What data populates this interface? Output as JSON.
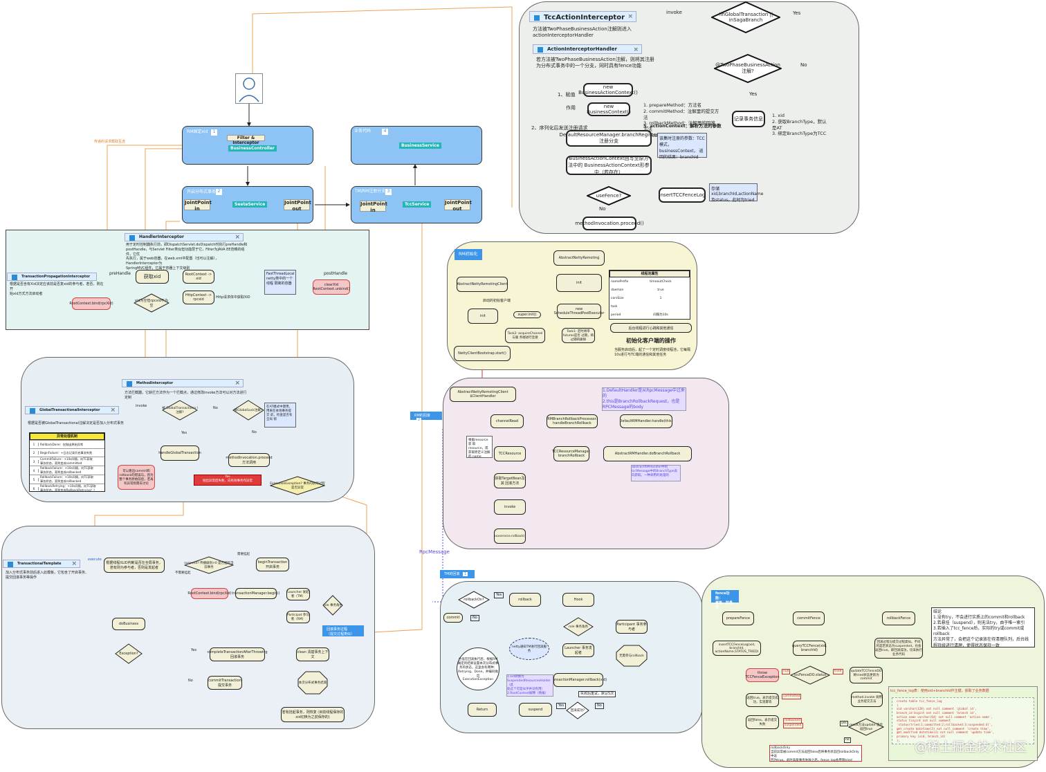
{
  "tcc": {
    "title": "TccActionInterceptor",
    "desc": "方法被TwoPhaseBusinessAction注解则进入\nactionInterceptorHandler",
    "invoke": "invoke",
    "d_saga": "!inGlobalTransaction\n||\ninSagaBranch",
    "yes1": "Yes",
    "d_annot": "@TwoPhaseBusinessAction\n注解?",
    "no1": "No",
    "yes2": "Yes",
    "handler_title": "ActionInterceptorHandler",
    "handler_desc": "若方法被TwoPhaseBusinessAction注解，则将其注册\n为分布式事务中的一个分支，同时具有fence功能",
    "n_bac1": "new\nBusinessActionContext()",
    "n_bac2": "new\nBusinessContext()",
    "lbl_assign": "1、赋值",
    "lbl_act": "作用",
    "lbl_serialize": "2、序列化后发送注册请求",
    "fields": "1. prepareMethod：方法名\n2. commitMethod：注解里的提交方法\n3. rollbackMethod：注解里的回滚方法\n4. hostName：本地ip",
    "field_bold": "5. actionContext：解析方法的参数",
    "n_record": "记录事务信息",
    "record_list": "1. xid\n2. 获取BranchType，默认\n是AT\n3. 绑定BranchType为TCC",
    "n_register": "DefaultResourceManager.branchRegister\n注册分支",
    "reg_note": "该集时注册的参数：TCC模式，\nbusinessContext，\n返回的结果：branchId",
    "n_writeback": "BusinessActionContext回写至原方法中的\nBusinessActionContext形参中（若存在）",
    "d_fence": "useFence?",
    "no2": "No",
    "n_insert": "insertTCCFenceLog",
    "insert_note": "存储xid,branchId,actionName\n及status。此时为tried",
    "n_proceed": "methodInvocation.proceed()"
  },
  "main": {
    "user_label": "用户",
    "box1_title": "RM固定xid",
    "box1_num": "1",
    "filter": "Filter & Interceptor",
    "controller": "BusinessController",
    "box4_title": "业务代码",
    "box4_num": "4",
    "service4": "BusinessService",
    "box2_title": "开启分布式事务",
    "box2_num": "2",
    "jp_in": "JointPoint\nin",
    "seata": "SeataService",
    "jp_out": "JointPoint\nout",
    "box3_title": "TM/RM注册分支",
    "box3_num": "3",
    "tcc_service": "TccService",
    "orange_label": "传递的请求截取互连"
  },
  "handler": {
    "title": "HandlerInterceptor",
    "desc": "用于定时控制器执行前，即DispatchServlet.doDispatch时执行preHandle和\npostHandle，与Servlet Filter类似但功能层于它，Filter为JAVA EE范畴的组件，它优\n先执行，属于web容器，在web.xml中配置（也可以注解），HandlerInterceptor为\nSpringMVC组件，它属于容器上下文级别",
    "tpi_title": "TransactionPropagationInterceptor",
    "tpi_desc": "根据是否含有Xid决定应该前是否复xid的参与者，若否，则在开\n始xid方式方法启动者",
    "prehandle": "preHandle",
    "get_xid": "获取xid",
    "bind": "RootContext.bind(rpcXid)",
    "d_xid": "xid为空但rpcxid不为空",
    "posthandle": "postHandle",
    "clear": "clearXid\nRootContext.unbind()",
    "root_ctx": "RootContext\n-> xid",
    "http_ctx": "HttpContext\n-> rpcxid",
    "http_note": "Http请求体中获取XID",
    "tl_note": "FastThreadLocal\nnetty类中的一个线程\n隔离的容器"
  },
  "method": {
    "title": "MethodInterceptor",
    "desc": "方法拦截器，它获拦方法作为一个拦截点，通过修改invoke方法可以对方法进行\n定制",
    "gti_title": "GlobalTransactionalInterceptor",
    "gti_desc": "根据是否被GlobalTransactional注解决定是否加入分布式事务",
    "invoke": "invoke",
    "d_global": "被\nGlobalTransactiona\nl注解?",
    "no": "No",
    "yes": "Yes",
    "d_lock": "被GlobalLock注解?",
    "lock_note": "在AT模式中使用，\n用来在本地事务提交\n前，检查是否有全局\n锁",
    "n_handle": "handleGlobalTransaction",
    "n_proceed": "methodInvocation.proceed\n方法调用",
    "red_banner": "Yes\n抛出异常后失败，向有效事务作异常",
    "d_exc": "ExecutionException?\n事务的执行过程是否异常",
    "exc_hdr": "异常处理机制",
    "exc_rows": [
      {
        "n": "1",
        "t": "RollbackDone：仅抛出原始异常"
      },
      {
        "n": "2",
        "t": "BeginFailure：+日志记录开启事务失败"
      },
      {
        "n": "3",
        "t": "CommitFailure：+10s间隔，向TC获取\n事务状态，直到变成committed"
      },
      {
        "n": "4",
        "t": "RollbackFailure：+10s间隔，向TC获取\n事务状态，直到变成rollbacked"
      },
      {
        "n": "5",
        "t": "RollbackFailure：+10s间隔，向TC获取\n事务状态，直到变成rollbacked"
      },
      {
        "n": "6",
        "t": "RollbackRetrying：+10s间隔，向TC获取\n事务状态，直到变成RollbackRetrying？？"
      }
    ],
    "pink_note": "可以看出commit和\nrollback的错误与，因为\n整个事务原始前后，若再\n有异常则需去讨论"
  },
  "template": {
    "title": "TransactionalTemplate",
    "desc": "加入分布式事务前后进入此模板，它包含了开启事务、\n提交回滚事务等操作",
    "execute": "execute",
    "n_decide": "根据线程XLID判断是否在全局事务，\n若有则为参与者，否则是发起者",
    "d_suspend": "suspend?\n传播级别>0 是否挂起当前事务",
    "need_suspend": "需要挂起",
    "no_suspend": "不需要挂起",
    "n_begin": "beginTransaction\n开启事务",
    "n_bind": "RootContext.bind(rpcXid)",
    "n_tmbegin": "transactionManager.begin()",
    "launcher": "Launcher\n发起者（TM）",
    "participant": "Participat\n参与者（RM）",
    "d_role": "role\n事务角色",
    "n_dobusiness": "doBusiness",
    "d_exc": "Exception?",
    "yes": "Yes",
    "no": "No",
    "n_complete": "completeTransactionAfterThrowing\n回滚事务",
    "n_commit": "commitTransaction\n提交事务",
    "n_clear": "clean\n清楚事务上下文",
    "n_end": "本次分布式事务结束",
    "n_resume": "若有挂起事务，则恢复\n(目前线程保存的xid切换为之前保存的)",
    "rollback_label": "回滚事务过程\n（提交过程类似）"
  },
  "init": {
    "tag": "RM初始化",
    "n_arc": "AbstractNettyRemotingClient",
    "n_ar": "AbstractNettyRemoting",
    "n_init": "init",
    "n_init2": "init",
    "lbl_start": "启动的初始客户端",
    "n_super": "super.init()",
    "n_new": "new\nScheduleThreadPoolExecutor",
    "task1": "Task1:\n定时将带futures是否\n过期，将过期的删除",
    "task2": "Task2:\nacquireChannel 与服\n务端进行连接",
    "n_bootstrap": "NettyClientBootstrap.start()",
    "props_hdr": "线程池属性",
    "props": [
      {
        "k": "namePrefix",
        "v": "timeoutCheck"
      },
      {
        "k": "daemon",
        "v": "true"
      },
      {
        "k": "corsSize",
        "v": "1"
      },
      {
        "k": "task",
        "v": ""
      },
      {
        "k": "period",
        "v": "间隔为10s"
      }
    ],
    "hb_note": "后台线程进行心跳和其他通信",
    "big_title": "初始化客户端的操作",
    "big_desc": "当服务启动后，起了一个定时调度线程池，它每隔\n10s进行与TC端的通信和其他任务"
  },
  "rm": {
    "tag": "RM的回滚",
    "tag_num": "2",
    "n_arch": "AbstractNettyRemotingClient\n$ClientHandler",
    "n_channelread": "channelRead",
    "n_rmbranch": "RMBranchRollbackProcessor.\nhandleBranchRollback",
    "n_default": "DefaultRMHandler.handle(this)",
    "purple1": "1.DefaultHandler是从RpcMessage中过来的\n2.this是BranchRollbackRequest，也是\nRPCMessage的body",
    "note_res": "根据resource获\n取resource，或\n获取原定义注解的\nname",
    "n_tccres": "TCCResource",
    "n_tccmgr": "TCCResourceManager.\nbranchRollback",
    "n_abs": "AbstractRMHandler.doBranchRollback",
    "purple2": "abstractRMHandler中的\ntccMessage中的BranchType去\n向获取。一种调用的处理的",
    "n_target": "获取TargetBean及其\n回滚方法",
    "n_invoke": "invoke",
    "n_xxx": "xxxservice.rollback()",
    "rpc_label": "RpcMessage"
  },
  "tm": {
    "tag": "TM的回滚",
    "tag_num": "1",
    "d_rollbackon": "rollbackOn?",
    "yes": "Yes",
    "no": "No",
    "n_rollback": "rollback",
    "n_hook": "Hook",
    "n_commit": "commit",
    "d_role": "role\n事务角色",
    "participant": "Participant\n事务参与者",
    "n_launcher": "Launcher\n事务发起者",
    "n_noop": "无需参与rollback",
    "cloud": "netty通知TM进行回滚服\n务",
    "circle": "合低在回滚执行后，根据RM\n确定的结果设置本次分布式事\n务的状态，这里会有两种：\nRetrying、Done，并编码抛出\nExecutionException",
    "n_tmrollback": "transactionManager.rollback(xid)",
    "purple_box": "1.xid转换为\nSuspendedResourcesHolder（此\n处这个可是似乎并没有用）\n2.RootContext解释（情报）",
    "lbl_fail": "失败后重试，默认5次",
    "n_return": "Return",
    "n_suspend": "suspend",
    "d_success": "回滚成功?",
    "yes2": "Yes",
    "no2": "No"
  },
  "fence": {
    "tag": "fence功能：\n幂等、防悬挂",
    "n_prepare": "prepareFence",
    "n_commit": "commitFence",
    "n_rollback": "rollbackFence",
    "n_insert": "insertTCCFenceLog(xid,\nbranchId,\nactionName,STATUS_TRIED)",
    "status_tried": "STATUS_TRIED",
    "n_query": "queryTCCFence(xid,\nbranchId)",
    "rb_note": "回滚过程与提交过程类似。不同\n的是若状态为suspended，也会\n返回true。即回滚成功，切未执行\n业务代码",
    "summary": "结论\n1.没有try，不会进行实质上的commit和rollback\n2.若悬挂（suspend），则无法try，由于唯一索引\n3.若插入了tcc_fence后，实际的try或commit或rollback\n方法异常了，会把这个记录放在待清理队列，后台线\n程持续进行清理，使得状态保持一致",
    "n_throw": "throw\nTCCFenceException",
    "null_lbl": "null",
    "d_status": "tccFenceDO.status",
    "tried_lbl": "tried",
    "n_update": "updateTCCFenceDO\n将tried状态更新为\ncommit",
    "committed_lbl": "committed",
    "n_true1": "返回true。表示提交成\n功，实现幂等",
    "n_method": "method.invoke\n调用业务提交方法",
    "rollbacked_lbl": "rollbacked",
    "suspended_lbl": "suspended",
    "n_false": "返回false。表示提交\n失败",
    "d_true": "result方法update\n是否返回true",
    "yes": "yes",
    "no": "no",
    "table_title": "tcc_fence_log表：使用xid+branchId作主键，获取了业务数据",
    "sql": "create table tcc_fence_log\n(\n  xid         varchar(128) not null comment 'global id',\n  branch_id   bigint       not null comment 'branch id',\n  action_name varchar(64)  not null comment 'action name',\n  status      tinyint      not null comment\n'status(tried:1;committed:2;rollbacked:3;suspended:4)',\n  gmt_create  datetime(3)  not null comment 'create time',\n  gmt_modified datetime(3) not null comment 'update time',\n  primary key (xid, branch_id)\n);",
    "rollback_only": "rollbackOnly\n当前异常被commit方法返回false后将事务状态回rollbackOnly中返\n回为true。此时未能事务失败之后，fence_log会用到tried"
  },
  "watermark": "@稀土掘金技术社区",
  "colors": {
    "accent": "#3c95e8",
    "orange_line": "#f0a050",
    "red_line": "#d03030"
  }
}
